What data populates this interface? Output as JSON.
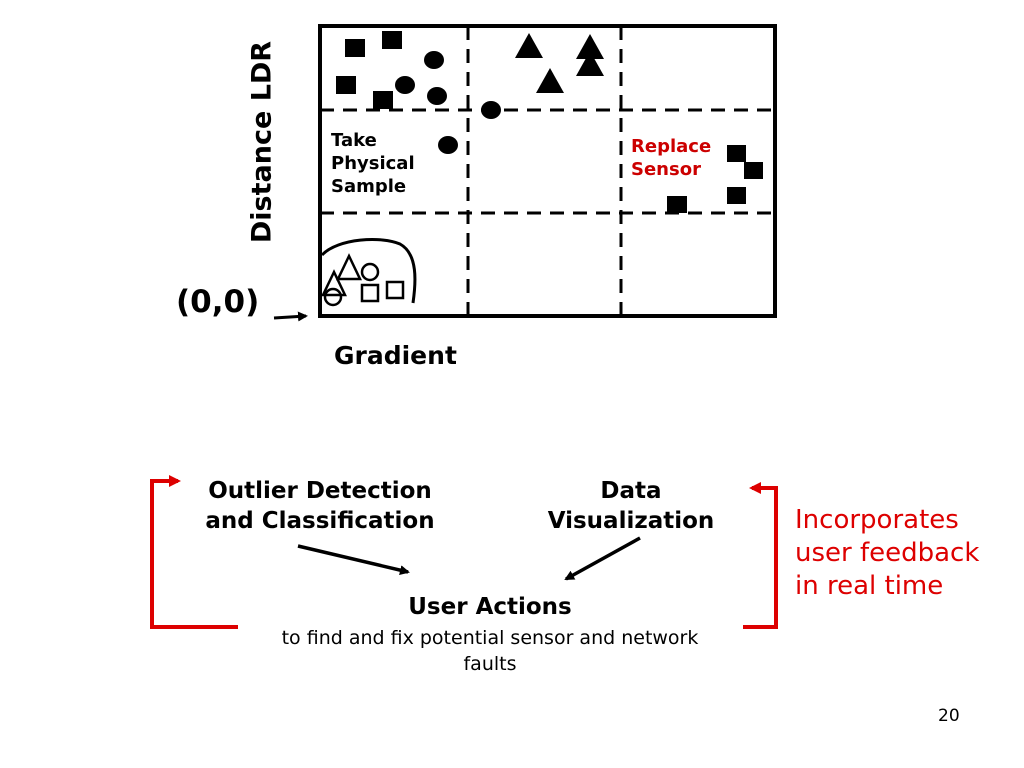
{
  "plot": {
    "y_axis_label": "Distance LDR",
    "x_axis_label": "Gradient",
    "origin_label": "(0,0)",
    "cell_labels": {
      "take_sample": [
        "Take",
        "Physical",
        "Sample"
      ],
      "replace_sensor": [
        "Replace",
        "Sensor"
      ]
    },
    "colors": {
      "replace_sensor": "#cc0000"
    }
  },
  "flow": {
    "outlier_detection": [
      "Outlier Detection",
      "and Classification"
    ],
    "data_visualization": [
      "Data",
      "Visualization"
    ],
    "user_actions_title": "User Actions",
    "user_actions_subtitle": "to find and fix potential sensor and network faults",
    "feedback_note": [
      "Incorporates",
      "user feedback",
      "in real time"
    ],
    "colors": {
      "feedback": "#dd0000"
    }
  },
  "page_number": "20"
}
